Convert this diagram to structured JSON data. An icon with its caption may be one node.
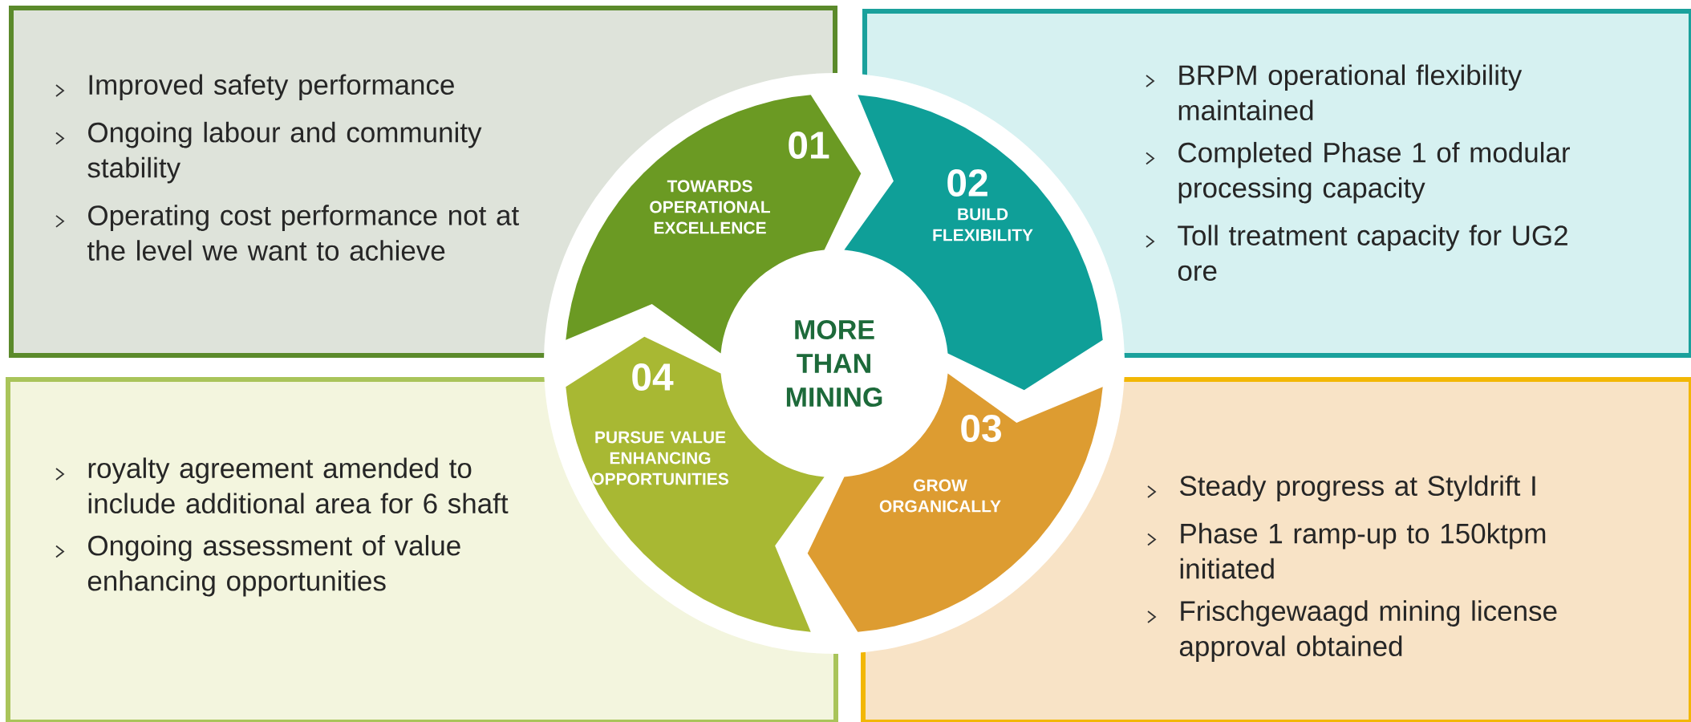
{
  "diagram": {
    "nodes": [
      {
        "text": [
          "Improved safety performance",
          "Ongoing labour and community stability",
          "Operating cost performance not at the level we want to achieve"
        ]
      },
      {
        "text": [
          "BRPM operational flexibility maintained",
          "Completed Phase 1 of modular processing capacity",
          "Toll treatment capacity for UG2 ore"
        ]
      },
      {
        "text": [
          "royalty agreement amended to include additional area for 6 shaft",
          "Ongoing assessment of value enhancing opportunities"
        ]
      },
      {
        "text": [
          "Steady progress at Styldrift I",
          "Phase 1 ramp-up to 150ktpm initiated",
          "Frischgewaagd mining license approval obtained"
        ]
      },
      {
        "text": [
          "01",
          "TOWARDS OPERATIONAL EXCELLENCE"
        ]
      },
      {
        "text": [
          "02",
          "BUILD FLEXIBILITY"
        ]
      },
      {
        "text": [
          "03",
          "GROW ORGANICALLY"
        ]
      },
      {
        "text": [
          "04",
          "PURSUE VALUE ENHANCING OPPORTUNITIES"
        ]
      },
      {
        "text": [
          "MORE THAN MINING"
        ]
      }
    ]
  }
}
